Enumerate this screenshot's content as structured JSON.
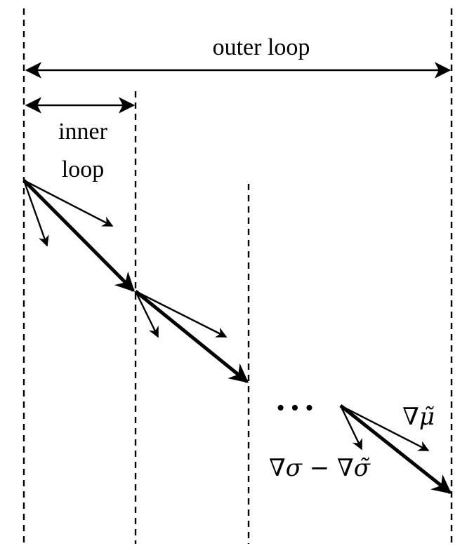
{
  "labels": {
    "outer_loop": "outer loop",
    "inner_loop_line1": "inner",
    "inner_loop_line2": "loop",
    "ellipsis": "• • •",
    "grad_mu": "∇μ̃",
    "grad_sigma": "∇σ − ∇σ̃"
  },
  "colors": {
    "ink": "#000000",
    "background": "#ffffff"
  }
}
